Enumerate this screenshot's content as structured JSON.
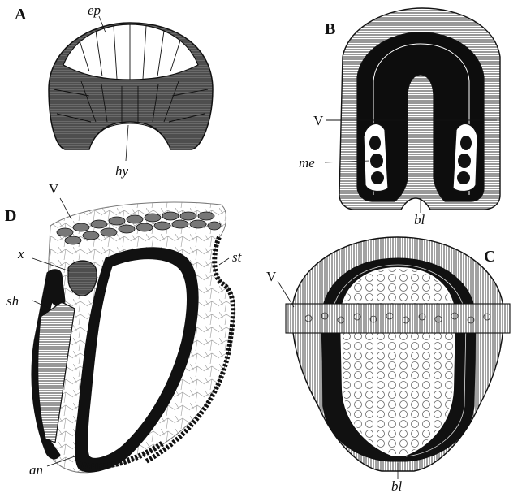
{
  "panels": {
    "a": {
      "letter": "A",
      "labels": {
        "ep": "ep",
        "hy": "hy"
      }
    },
    "b": {
      "letter": "B",
      "labels": {
        "v": "V",
        "me": "me",
        "bl": "bl"
      }
    },
    "c": {
      "letter": "C",
      "labels": {
        "v": "V",
        "bl": "bl"
      }
    },
    "d": {
      "letter": "D",
      "labels": {
        "v": "V",
        "x": "x",
        "sh": "sh",
        "st": "st",
        "an": "an"
      }
    }
  },
  "colors": {
    "ink": "#111111",
    "hatch": "#5a5a5a",
    "paper": "#ffffff"
  }
}
